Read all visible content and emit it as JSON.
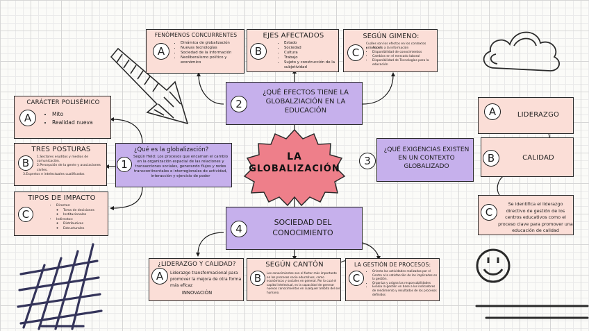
{
  "center": {
    "title_line1": "LA",
    "title_line2": "GLOBALIZACIÓN",
    "color": "#ee7f8a"
  },
  "q1": {
    "number": "1",
    "title": "¿Qué es la globalización?",
    "body": "Según Held: Los procesos que encarnan el cambio en la organización espacial de las relaciones y transacciones sociales, generando flujos y redes transcontinentales e interregionales de actividad, interacción y ejercicio de poder"
  },
  "q2": {
    "number": "2",
    "title": "¿QUÉ EFECTOS TIENE LA GLOBALZIACIÓN EN LA EDUCACIÓN"
  },
  "q3": {
    "number": "3",
    "title": "¿QUÉ EXIGENCIAS EXISTEN EN UN CONTEXTO GLOBALIZADO"
  },
  "q4": {
    "number": "4",
    "title": "SOCIEDAD DEL CONOCIMIENTO"
  },
  "fenomenos": {
    "letter": "A",
    "title": "FENÓMENOS CONCURRENTES",
    "items": [
      "Dinámica de globalización",
      "Nuevas tecnologías",
      "Sociedad de la Información",
      "Neoliberalismo político y económico"
    ]
  },
  "ejes": {
    "letter": "B",
    "title": "EJES AFECTADOS",
    "items": [
      "Estado",
      "Sociedad",
      "Cultura",
      "Trabajo",
      "Sujeto y construcción de la subjetividad"
    ]
  },
  "gimeno": {
    "letter": "C",
    "title": "SEGÚN GIMENO:",
    "intro": "Cuáles son los efectos en los contextos próximos?",
    "items": [
      "Acceso a la información",
      "Disponibilidad de conocimientos",
      "Cambios en el mercado laboral",
      "Disponibilidad de Tecnologías para la educación"
    ]
  },
  "polisemico": {
    "letter": "A",
    "title": "CARÁCTER POLISÉMICO",
    "items": [
      "Mito",
      "Realidad nueva"
    ]
  },
  "posturas": {
    "letter": "B",
    "title": "TRES POSTURAS",
    "items": [
      "1.Sectores eruditos y medios de comunicación.",
      "2.Percepción de la gente y asociaciones civiles.",
      "3.Expertos e intelectuales cualificados"
    ]
  },
  "impacto": {
    "letter": "C",
    "title": "TIPOS DE IMPACTO",
    "directos_label": "Directos:",
    "directos": [
      "Toma de decisiones",
      "Institucionales"
    ],
    "indirectos_label": "Indirectos:",
    "indirectos": [
      "Distributivos",
      "Estructurales"
    ]
  },
  "liderazgo": {
    "letter": "A",
    "title": "LIDERAZGO"
  },
  "calidad": {
    "letter": "B",
    "title": "CALIDAD"
  },
  "identifica": {
    "letter": "C",
    "text": "Se identifica el liderazgo directivo de gestión de los centros educativos como el proceso clave para promover una educación de calidad"
  },
  "liderazgo_calidad": {
    "letter": "A",
    "title": "¿LIDERAZGO Y CALIDAD?",
    "text": "Liderazgo transformacional para promover la mejora de otra forma más eficaz",
    "footer": "INNOVACIÓN"
  },
  "canton": {
    "letter": "B",
    "title": "SEGÚN CANTÓN",
    "text": "Los conocimientos son el factor más importante en los procesos socio educativos, como económicos y sociales en general. Por lo cual el capital intelectual, es la capacidad de generar nuevos conocimientos en cualquier ámbito del ser humano."
  },
  "gestion": {
    "letter": "C",
    "title": "LA GESTIÓN DE PROCESOS:",
    "items": [
      "Orienta las actividades realizadas por el Centro a la satisfacción de los implicados en la gestión.",
      "Organiza y asigna las responsabilidades",
      "Evalúa la gestión en base a los indicadores de rendimiento y resultados de los procesos definidos"
    ]
  }
}
